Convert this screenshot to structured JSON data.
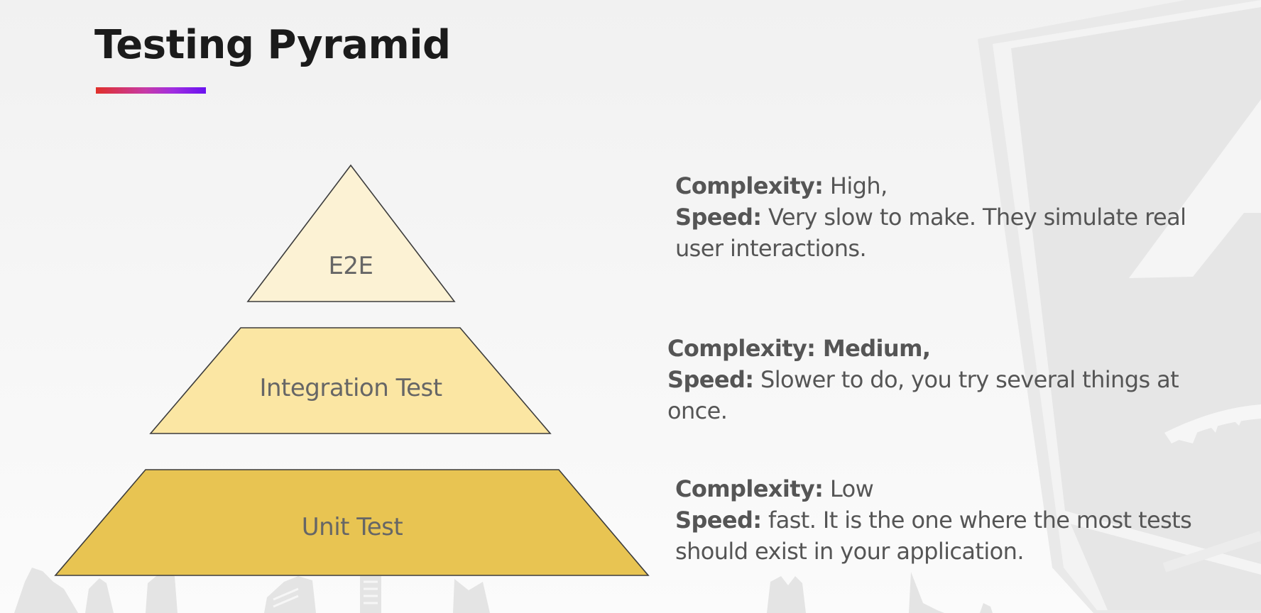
{
  "slide": {
    "title": "Testing Pyramid",
    "accent_gradient": [
      "#e0302a",
      "#c63aa7",
      "#6a12f0"
    ]
  },
  "pyramid": {
    "levels": [
      {
        "label": "E2E",
        "shape": "triangle",
        "fill": "#fcf2d4",
        "stroke": "#3c3c3c",
        "description": {
          "complexity_label": "Complexity:",
          "complexity_value": " High,",
          "speed_label": "Speed:",
          "speed_value_line1": " Very slow to make. They simulate real",
          "speed_value_line2": "user interactions."
        }
      },
      {
        "label": "Integration Test",
        "shape": "trapezoid",
        "fill": "#fbe6a3",
        "stroke": "#3c3c3c",
        "description": {
          "complexity_label": "Complexity:",
          "complexity_value": " Medium,",
          "speed_label": "Speed:",
          "speed_value_line1": " Slower to do, you try several things at",
          "speed_value_line2": "once."
        }
      },
      {
        "label": "Unit Test",
        "shape": "trapezoid",
        "fill": "#e8c452",
        "stroke": "#3c3c3c",
        "description": {
          "complexity_label": "Complexity:",
          "complexity_value": " Low",
          "speed_label": "Speed:",
          "speed_value_line1": " fast. It is the one where the most tests",
          "speed_value_line2": "should exist in your application."
        }
      }
    ]
  }
}
